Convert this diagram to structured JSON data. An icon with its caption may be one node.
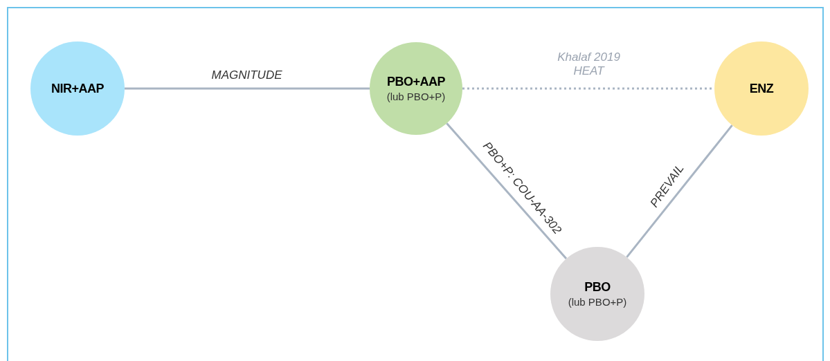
{
  "diagram": {
    "nodes": [
      {
        "text": [
          "NIR+AAP"
        ]
      },
      {
        "text": [
          "PBO+AAP",
          "(lub PBO+P)"
        ]
      },
      {
        "text": [
          "ENZ"
        ]
      },
      {
        "text": [
          "PBO",
          "(lub PBO+P)"
        ]
      }
    ],
    "edges": [
      {
        "from": 0,
        "to": 1,
        "arrow": "none",
        "label": "MAGNITUDE"
      },
      {
        "from": 1,
        "to": 2,
        "arrow": "none",
        "label": "Khalaf 2019 HEAT",
        "style": "dashed"
      },
      {
        "from": 1,
        "to": 3,
        "arrow": "none",
        "label": "PBO+P: COU-AA-302"
      },
      {
        "from": 2,
        "to": 3,
        "arrow": "none",
        "label": "PREVAIL"
      }
    ]
  }
}
